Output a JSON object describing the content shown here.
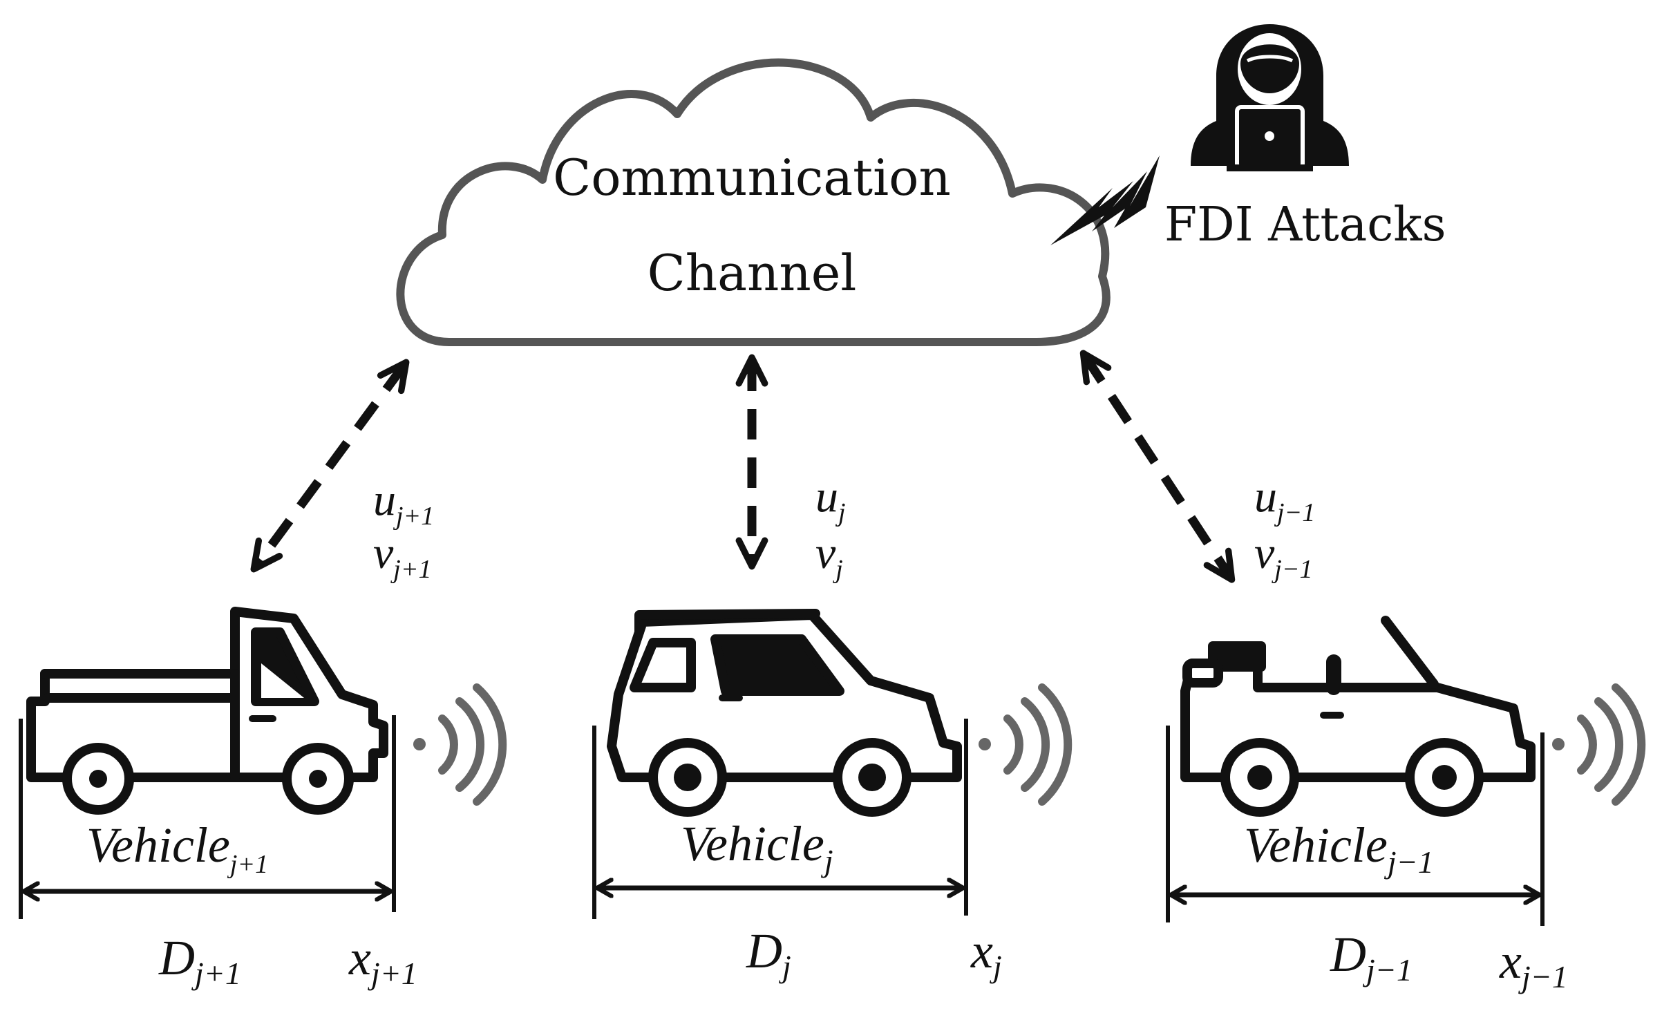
{
  "cloud": {
    "line1": "Communication",
    "line2": "Channel"
  },
  "attack": {
    "label": "FDI Attacks"
  },
  "vehicles": [
    {
      "id": "j+1",
      "name": "Vehicle",
      "sub": "j+1",
      "u": "u",
      "v": "v",
      "sig_sub": "j+1",
      "D": "D",
      "D_sub": "j+1",
      "x": "x",
      "x_sub": "j+1"
    },
    {
      "id": "j",
      "name": "Vehicle",
      "sub": "j",
      "u": "u",
      "v": "v",
      "sig_sub": "j",
      "D": "D",
      "D_sub": "j",
      "x": "x",
      "x_sub": "j"
    },
    {
      "id": "j-1",
      "name": "Vehicle",
      "sub": "j−1",
      "u": "u",
      "v": "v",
      "sig_sub": "j−1",
      "D": "D",
      "D_sub": "j−1",
      "x": "x",
      "x_sub": "j−1"
    }
  ],
  "icons": {
    "hacker": "hacker-icon",
    "lightning": "lightning-icon",
    "signal": "wireless-signal-icon",
    "truck": "pickup-truck-icon",
    "suv": "suv-car-icon",
    "convertible": "convertible-car-icon"
  },
  "colors": {
    "ink": "#111111",
    "cloud_stroke": "#555555",
    "signal": "#666666"
  }
}
